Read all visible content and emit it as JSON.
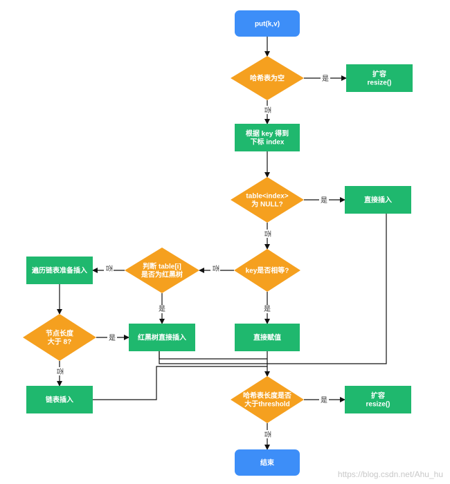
{
  "colors": {
    "terminal": "#3d8ef8",
    "process": "#1fb86e",
    "decision": "#f5a01f",
    "line": "#111111",
    "watermark": "#c8c8c8"
  },
  "nodes": {
    "start": {
      "shape": "terminal",
      "lines": [
        "put(k,v)"
      ]
    },
    "d_empty": {
      "shape": "decision",
      "lines": [
        "哈希表为空"
      ]
    },
    "p_resize1": {
      "shape": "process",
      "lines": [
        "扩容",
        "resize()"
      ]
    },
    "p_index": {
      "shape": "process",
      "lines": [
        "根据 key 得到",
        "下标 index"
      ]
    },
    "d_null": {
      "shape": "decision",
      "lines": [
        "table<index>",
        "为 NULL?"
      ]
    },
    "p_insert": {
      "shape": "process",
      "lines": [
        "直接插入"
      ]
    },
    "d_keyeq": {
      "shape": "decision",
      "lines": [
        "key是否相等?"
      ]
    },
    "d_tree": {
      "shape": "decision",
      "lines": [
        "判断 table[i]",
        "是否为红黑树"
      ]
    },
    "p_traverse": {
      "shape": "process",
      "lines": [
        "遍历链表准备插入"
      ]
    },
    "p_treeins": {
      "shape": "process",
      "lines": [
        "红黑树直接插入"
      ]
    },
    "p_assign": {
      "shape": "process",
      "lines": [
        "直接赋值"
      ]
    },
    "d_len8": {
      "shape": "decision",
      "lines": [
        "节点长度",
        "大于 8?"
      ]
    },
    "p_listins": {
      "shape": "process",
      "lines": [
        "链表插入"
      ]
    },
    "d_threshold": {
      "shape": "decision",
      "lines": [
        "哈希表长度是否",
        "大于threshold"
      ]
    },
    "p_resize2": {
      "shape": "process",
      "lines": [
        "扩容",
        "resize()"
      ]
    },
    "end": {
      "shape": "terminal",
      "lines": [
        "结束"
      ]
    }
  },
  "edge_labels": {
    "yes": "是",
    "no": "否"
  },
  "watermark": "https://blog.csdn.net/Ahu_hu"
}
